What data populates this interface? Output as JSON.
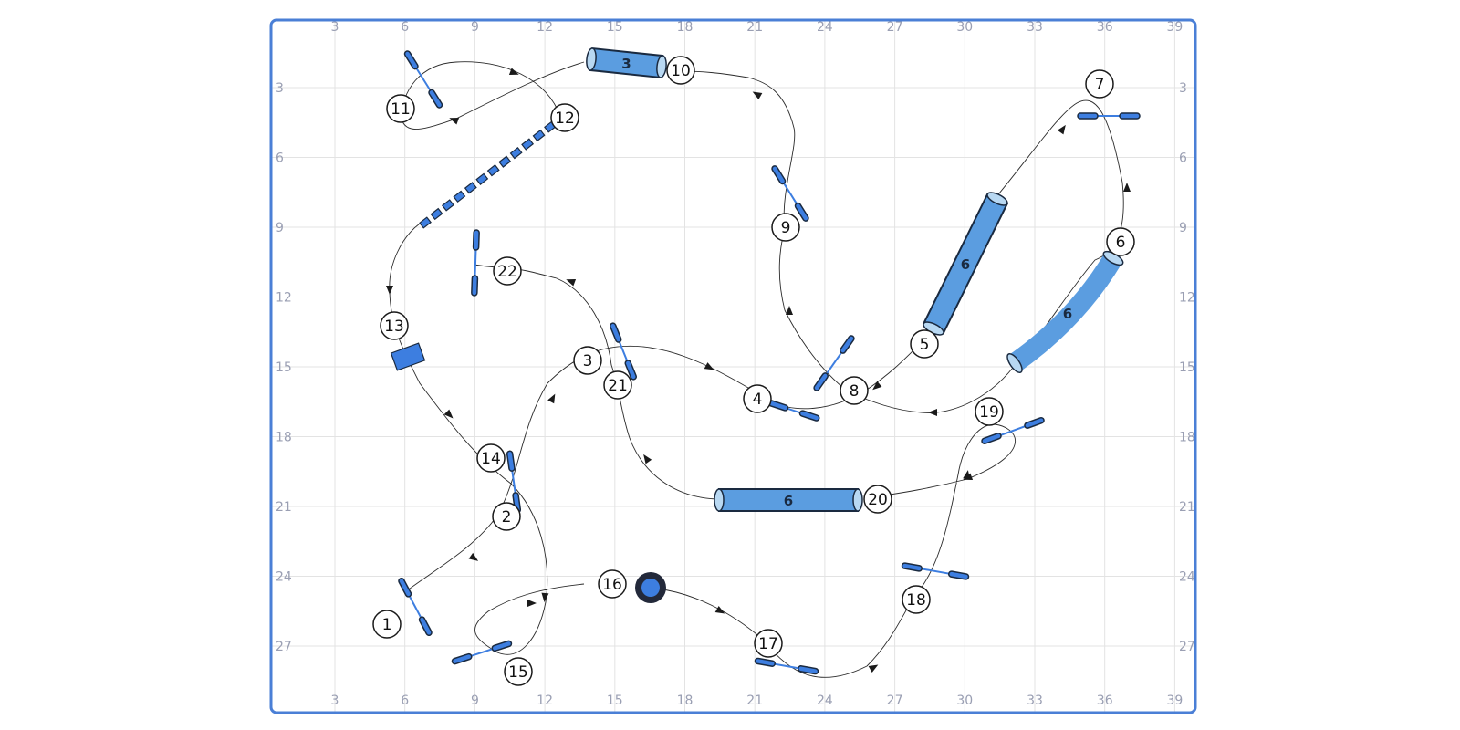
{
  "course": {
    "x_ticks": [
      "3",
      "6",
      "9",
      "12",
      "15",
      "18",
      "21",
      "24",
      "27",
      "30",
      "33",
      "36",
      "39"
    ],
    "y_ticks": [
      "3",
      "6",
      "9",
      "12",
      "15",
      "18",
      "21",
      "24",
      "27"
    ],
    "accent_color": "#3d7ee0",
    "tunnel_color": "#5b9de0",
    "frame_color": "#4a7fd6",
    "numbers": [
      "1",
      "2",
      "3",
      "4",
      "5",
      "6",
      "7",
      "8",
      "9",
      "10",
      "11",
      "12",
      "13",
      "14",
      "15",
      "16",
      "17",
      "18",
      "19",
      "20",
      "21",
      "22"
    ],
    "tunnel_labels": {
      "top": "3",
      "diagonal_center": "6",
      "curved_right": "6",
      "horizontal_bottom": "6"
    }
  }
}
